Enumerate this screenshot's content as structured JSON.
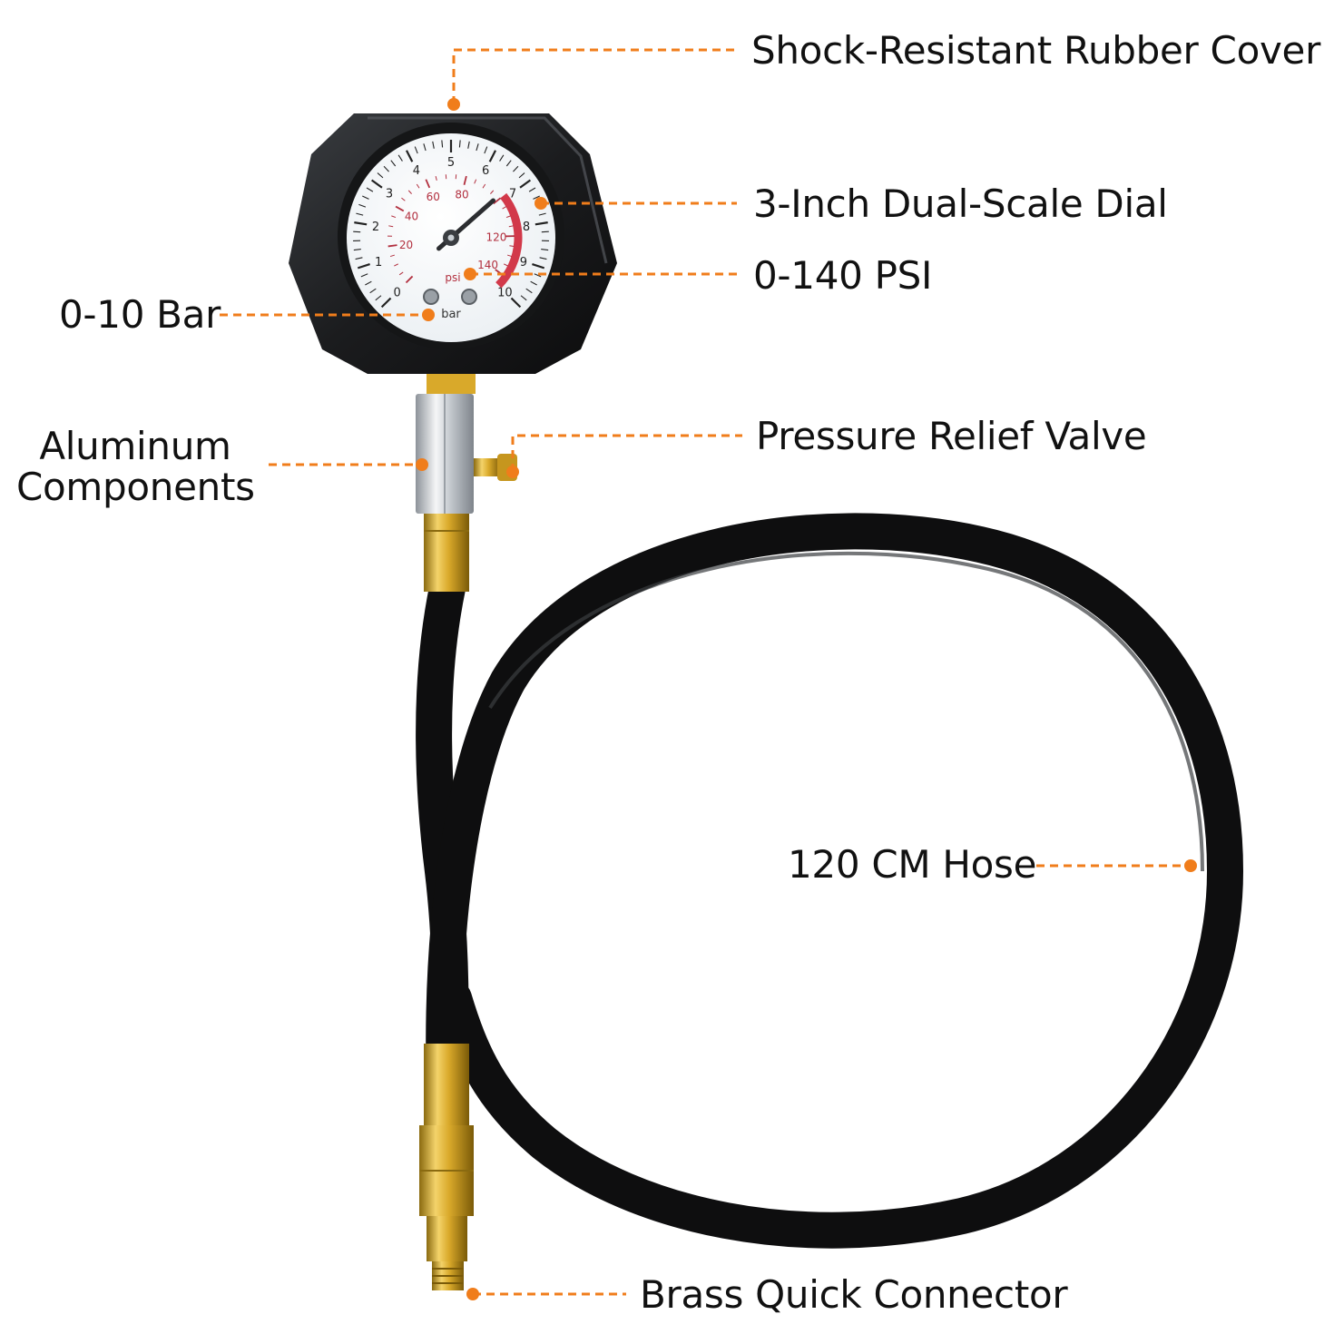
{
  "accent_color": "#f07d1b",
  "labels": {
    "rubber_cover": "Shock-Resistant Rubber Cover",
    "dual_scale_dial": "3-Inch Dual-Scale Dial",
    "psi_range": "0-140 PSI",
    "bar_range": "0-10 Bar",
    "aluminum_line1": "Aluminum",
    "aluminum_line2": "Components",
    "relief_valve": "Pressure Relief Valve",
    "hose": "120 CM Hose",
    "brass_connector": "Brass Quick Connector"
  },
  "gauge": {
    "bar_ticks": [
      "0",
      "1",
      "2",
      "3",
      "4",
      "5",
      "6",
      "7",
      "8",
      "9",
      "10"
    ],
    "psi_ticks": [
      "20",
      "40",
      "60",
      "80",
      "120",
      "140"
    ],
    "bar_unit": "bar",
    "psi_unit": "psi",
    "needle_value_bar": 6.8
  }
}
